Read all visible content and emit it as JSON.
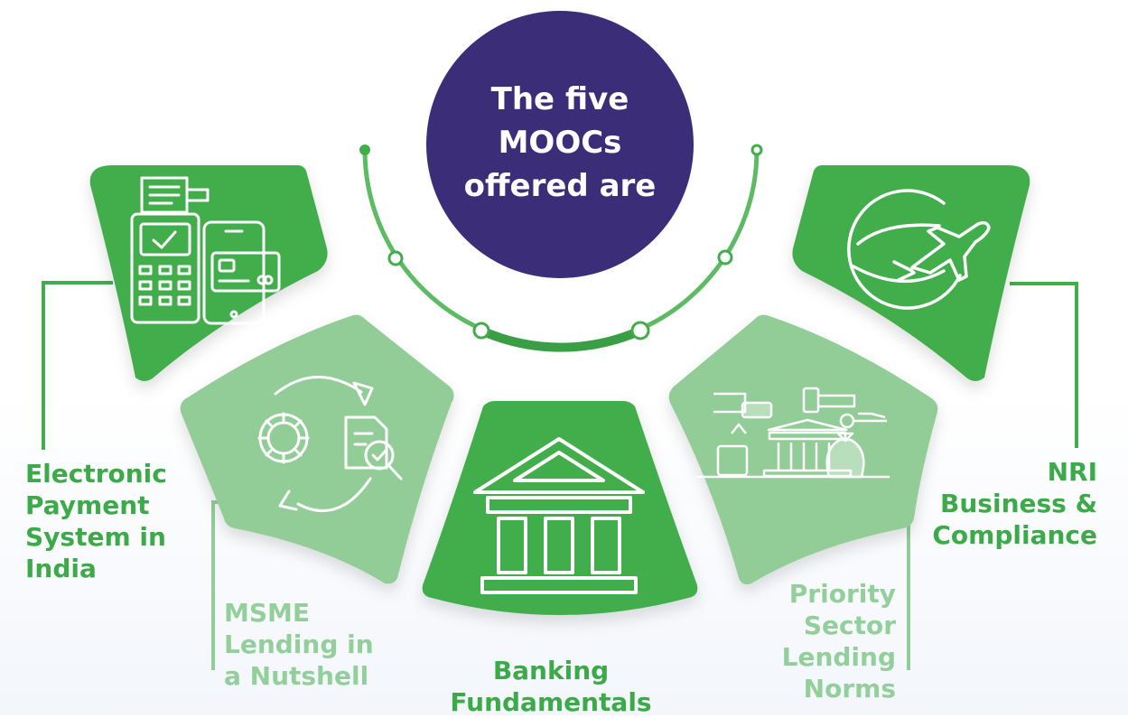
{
  "hub": {
    "title_lines": [
      "The five",
      "MOOCs",
      "offered are"
    ]
  },
  "colors": {
    "hub": "#3b2d78",
    "green_dark": "#42ad4b",
    "green_light": "#92cd98",
    "label_dark": "#3daa49",
    "label_light": "#93cf9a"
  },
  "moocs": [
    {
      "lines": [
        "Electronic",
        "Payment",
        "System in",
        "India"
      ],
      "icon": "pos-terminal-mobile-payment-icon",
      "shade": "dark"
    },
    {
      "lines": [
        "MSME",
        "Lending in",
        "a Nutshell"
      ],
      "icon": "gear-document-cycle-icon",
      "shade": "light"
    },
    {
      "lines": [
        "Banking",
        "Fundamentals"
      ],
      "icon": "bank-building-icon",
      "shade": "dark"
    },
    {
      "lines": [
        "Priority",
        "Sector",
        "Lending",
        "Norms"
      ],
      "icon": "sector-lending-icon",
      "shade": "light"
    },
    {
      "lines": [
        "NRI",
        "Business &",
        "Compliance"
      ],
      "icon": "globe-airplane-icon",
      "shade": "dark"
    }
  ]
}
